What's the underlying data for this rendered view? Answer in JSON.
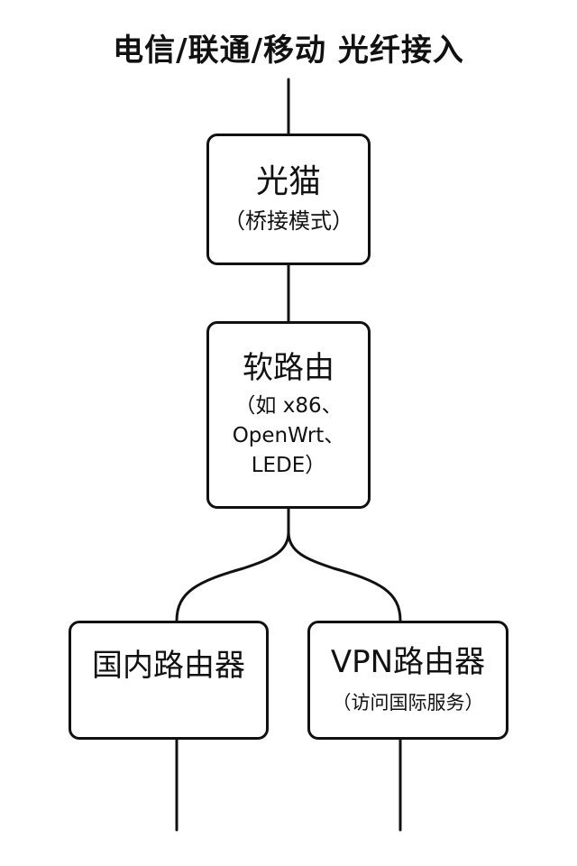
{
  "title": "电信/联通/移动  光纤接入",
  "nodes": {
    "modem": {
      "title": "光猫",
      "subtitle": "（桥接模式）"
    },
    "soft_router": {
      "title": "软路由",
      "subtitle_lines": [
        "（如 x86、",
        "OpenWrt、",
        "LEDE）"
      ]
    },
    "domestic_router": {
      "title": "国内路由器"
    },
    "vpn_router": {
      "title": "VPN路由器",
      "subtitle": "（访问国际服务）"
    }
  },
  "colors": {
    "line": "#111111",
    "background": "#ffffff"
  }
}
